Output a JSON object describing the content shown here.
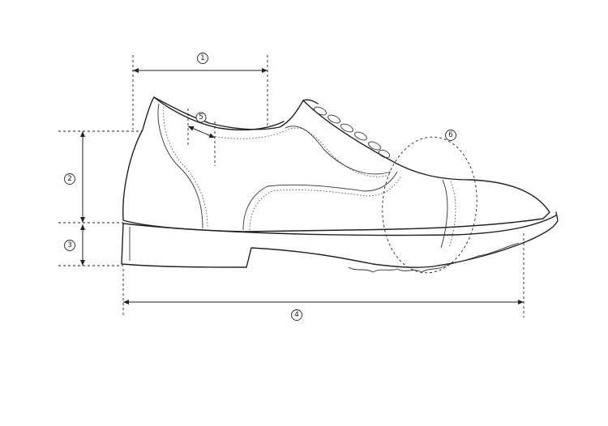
{
  "diagram": {
    "subject": "shoe-side-view",
    "callouts": [
      {
        "id": "c1",
        "label": "1"
      },
      {
        "id": "c2",
        "label": "2"
      },
      {
        "id": "c3",
        "label": "3"
      },
      {
        "id": "c4",
        "label": "4"
      },
      {
        "id": "c5",
        "label": "5"
      },
      {
        "id": "c6",
        "label": "6"
      }
    ],
    "line_color": "#222222",
    "background": "#ffffff"
  }
}
